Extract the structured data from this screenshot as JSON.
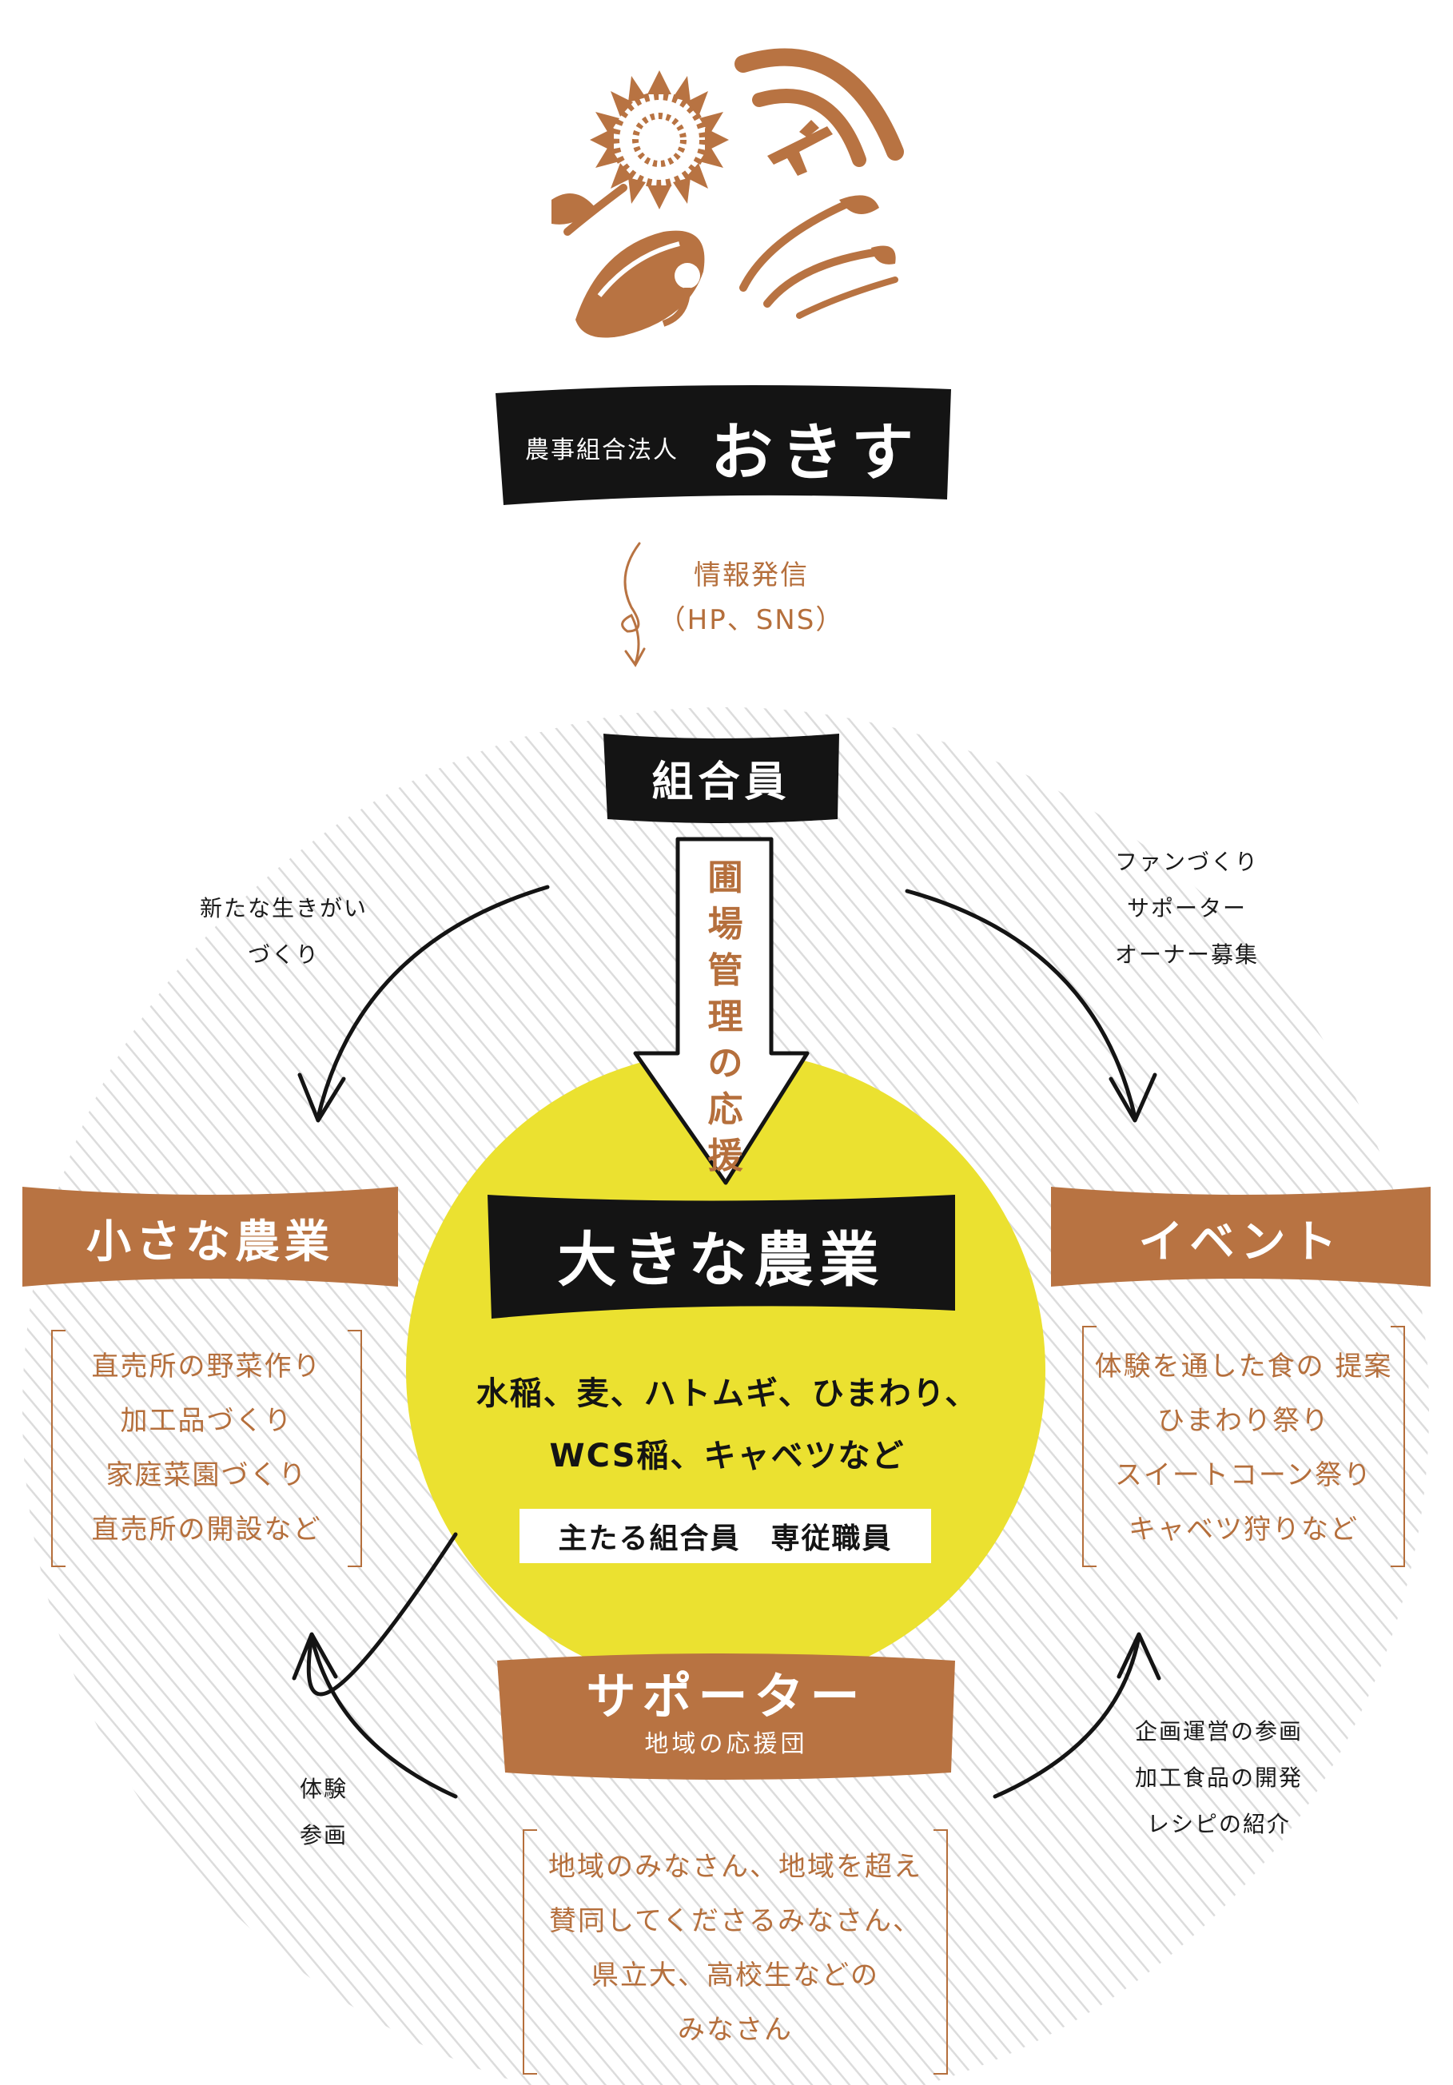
{
  "colors": {
    "brand_brown": "#b87342",
    "text_brown": "#b56f3c",
    "black": "#141414",
    "yellow": "#ebe130",
    "hatch_gray": "#dcdcdc"
  },
  "logo": {
    "title_small": "農事組合法人",
    "title_large": "おきす",
    "icons": [
      "sunflower-icon",
      "rainbow-icon",
      "airplane-icon",
      "straw-hat-icon",
      "leaf-sprout-icon"
    ]
  },
  "info_flow": {
    "line1": "情報発信",
    "line2": "（HP、SNS）"
  },
  "members": {
    "label": "組合員",
    "arrow_text": "圃場管理の応援",
    "arrow_chars": [
      "圃",
      "場",
      "管",
      "理",
      "の",
      "応",
      "援"
    ]
  },
  "big_farming": {
    "title": "大きな農業",
    "crops_line1": "水稲、麦、ハトムギ、ひまわり、",
    "crops_line2": "WCS稲、キャベツなど",
    "staff": "主たる組合員　専従職員"
  },
  "small_farming": {
    "title": "小さな農業",
    "items": [
      "直売所の野菜作り",
      "加工品づくり",
      "家庭菜園づくり",
      "直売所の開設など"
    ]
  },
  "event": {
    "title": "イベント",
    "items": [
      "体験を通した食の 提案",
      "ひまわり祭り",
      "スイートコーン祭り",
      "キャベツ狩りなど"
    ]
  },
  "supporter": {
    "title": "サポーター",
    "subtitle": "地域の応援団",
    "items": [
      "地域のみなさん、地域を超え",
      "賛同してくださるみなさん、",
      "県立大、高校生などの",
      "みなさん"
    ]
  },
  "arrow_labels": {
    "top_left": [
      "新たな生きがい",
      "づくり"
    ],
    "top_right": [
      "ファンづくり",
      "サポーター",
      "オーナー募集"
    ],
    "bottom_left": [
      "体験",
      "参画"
    ],
    "bottom_right": [
      "企画運営の参画",
      "加工食品の開発",
      "レシピの紹介"
    ]
  }
}
